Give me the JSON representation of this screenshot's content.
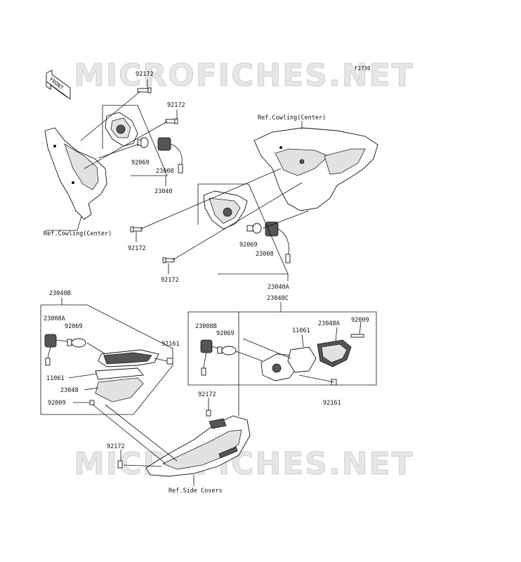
{
  "watermark": {
    "top": "MICROFICHES.NET",
    "bottom": "MICROFICHES.NET"
  },
  "figure_code": "F2730",
  "front_arrow": {
    "label": "FRONT"
  },
  "labels": {
    "p92172_a": "92172",
    "p92172_b": "92172",
    "p92069_a": "92069",
    "p23008_a": "23008",
    "p23040": "23040",
    "ref_cowling_left": "Ref.Cowling(Center)",
    "ref_cowling_top": "Ref.Cowling(Center)",
    "p92172_c": "92172",
    "p92069_b": "92069",
    "p23008_b": "23008",
    "p92172_d": "92172",
    "p23040A": "23040A",
    "p23040B": "23040B",
    "p23040C": "23040C",
    "p23008A": "23008A",
    "p92069_c": "92069",
    "p92161_a": "92161",
    "p11061_a": "11061",
    "p23048": "23048",
    "p92009_a": "92009",
    "p23008B": "23008B",
    "p92069_d": "92069",
    "p11061_b": "11061",
    "p23048A": "23048A",
    "p92009_b": "92009",
    "p92161_b": "92161",
    "p92172_e": "92172",
    "p92172_f": "92172",
    "ref_side_covers": "Ref.Side Covers"
  }
}
